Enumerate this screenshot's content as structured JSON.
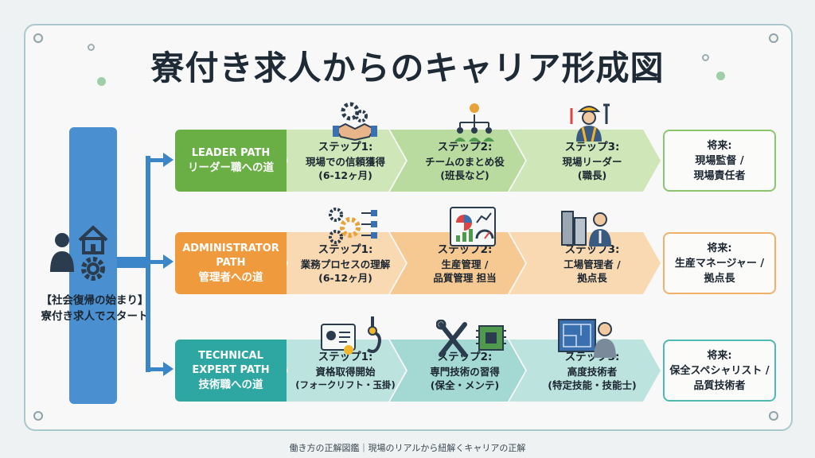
{
  "title": "寮付き求人からのキャリア形成図",
  "start": {
    "line1": "【社会復帰の始まり】",
    "line2": "寮付き求人でスタート"
  },
  "paths": [
    {
      "id": "leader",
      "label_en1": "LEADER PATH",
      "label_en2": "",
      "label_jp": "リーダー職への道",
      "color": "#6aaf45",
      "light": "#cfe6b8",
      "mid": "#b9dba0",
      "steps": [
        {
          "title": "ステップ1:",
          "line1": "現場での信頼獲得",
          "line2": "(6-12ヶ月)"
        },
        {
          "title": "ステップ2:",
          "line1": "チームのまとめ役",
          "line2": "(班長など)"
        },
        {
          "title": "ステップ3:",
          "line1": "現場リーダー",
          "line2": "(職長)"
        }
      ],
      "future": {
        "title": "将来:",
        "line1": "現場監督 /",
        "line2": "現場責任者"
      }
    },
    {
      "id": "administrator",
      "label_en1": "ADMINISTRATOR",
      "label_en2": "PATH",
      "label_jp": "管理者への道",
      "color": "#ef9a3d",
      "light": "#f9d9b1",
      "mid": "#f6c892",
      "steps": [
        {
          "title": "ステップ1:",
          "line1": "業務プロセスの理解",
          "line2": "(6-12ヶ月)"
        },
        {
          "title": "ステップ2:",
          "line1": "生産管理 /",
          "line2": "品質管理 担当"
        },
        {
          "title": "ステップ3:",
          "line1": "工場管理者 /",
          "line2": "拠点長"
        }
      ],
      "future": {
        "title": "将来:",
        "line1": "生産マネージャー /",
        "line2": "拠点長"
      }
    },
    {
      "id": "technical",
      "label_en1": "TECHNICAL",
      "label_en2": "EXPERT PATH",
      "label_jp": "技術職への道",
      "color": "#2ea7a3",
      "light": "#bde3df",
      "mid": "#a3d8d3",
      "steps": [
        {
          "title": "ステップ1:",
          "line1": "資格取得開始",
          "line2": "(フォークリフト・玉掛)"
        },
        {
          "title": "ステップ2:",
          "line1": "専門技術の習得",
          "line2": "(保全・メンテ)"
        },
        {
          "title": "ステップ3:",
          "line1": "高度技術者",
          "line2": "(特定技能・技能士)"
        }
      ],
      "future": {
        "title": "将来:",
        "line1": "保全スペシャリスト /",
        "line2": "品質技術者"
      }
    }
  ],
  "icons": {
    "start": [
      "person-icon",
      "house-icon",
      "gear-icon"
    ],
    "leader": [
      "handshake-gears-icon",
      "team-meeting-icon",
      "foreman-tools-icon"
    ],
    "administrator": [
      "process-gears-icon",
      "dashboard-chart-icon",
      "factory-manager-icon"
    ],
    "technical": [
      "certificate-hook-icon",
      "tools-circuit-icon",
      "blueprint-engineer-icon"
    ]
  },
  "footer": "働き方の正解図鑑｜現場のリアルから紐解くキャリアの正解"
}
